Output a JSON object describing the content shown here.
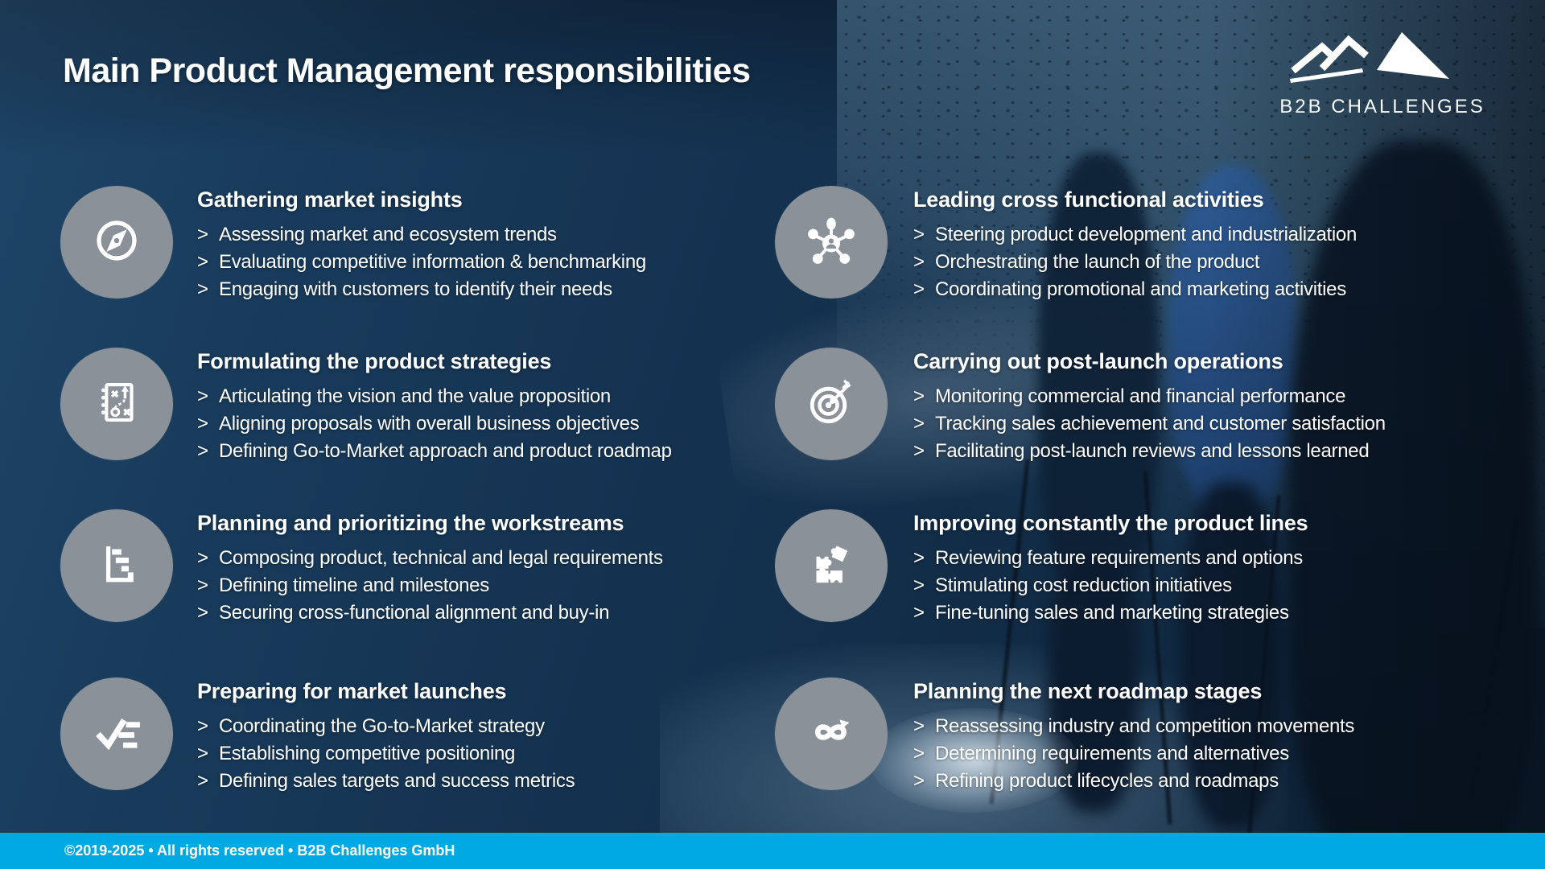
{
  "slide": {
    "title": "Main Product Management responsibilities",
    "logo": {
      "brand": "B2B CHALLENGES",
      "icon": "mountain-range-icon"
    },
    "bullet_marker": ">",
    "sections": [
      {
        "icon": "compass-icon",
        "heading": "Gathering market insights",
        "bullets": [
          "Assessing market and ecosystem trends",
          "Evaluating competitive information & benchmarking",
          "Engaging with customers to identify their needs"
        ]
      },
      {
        "icon": "strategy-playbook-icon",
        "heading": "Formulating the product strategies",
        "bullets": [
          "Articulating the vision and the value proposition",
          "Aligning proposals with overall business objectives",
          "Defining Go-to-Market approach and product roadmap"
        ]
      },
      {
        "icon": "gantt-chart-icon",
        "heading": "Planning and prioritizing the workstreams",
        "bullets": [
          "Composing product, technical and legal requirements",
          "Defining timeline and milestones",
          "Securing cross-functional alignment and buy-in"
        ]
      },
      {
        "icon": "checklist-icon",
        "heading": "Preparing for market launches",
        "bullets": [
          "Coordinating the Go-to-Market strategy",
          "Establishing competitive positioning",
          "Defining sales targets and success metrics"
        ]
      },
      {
        "icon": "network-hub-icon",
        "heading": "Leading cross functional activities",
        "bullets": [
          "Steering product development and industrialization",
          "Orchestrating the launch of the product",
          "Coordinating promotional and marketing activities"
        ]
      },
      {
        "icon": "target-arrow-icon",
        "heading": "Carrying out post-launch operations",
        "bullets": [
          "Monitoring commercial and financial performance",
          "Tracking sales achievement and customer satisfaction",
          "Facilitating post-launch reviews and lessons learned"
        ]
      },
      {
        "icon": "puzzle-icon",
        "heading": "Improving constantly the product lines",
        "bullets": [
          "Reviewing feature requirements and options",
          "Stimulating cost reduction initiatives",
          "Fine-tuning sales and marketing strategies"
        ]
      },
      {
        "icon": "infinity-loop-icon",
        "heading": "Planning the next roadmap stages",
        "bullets": [
          "Reassessing industry and competition movements",
          "Determining requirements and alternatives",
          "Refining product lifecycles and roadmaps"
        ]
      }
    ],
    "footer": {
      "text": "©2019-2025 • All rights reserved • B2B Challenges GmbH"
    },
    "colors": {
      "accent_cyan": "#00a9e2",
      "icon_circle": "#8a9199",
      "background_navy": "#14304c",
      "text": "#ffffff"
    }
  }
}
